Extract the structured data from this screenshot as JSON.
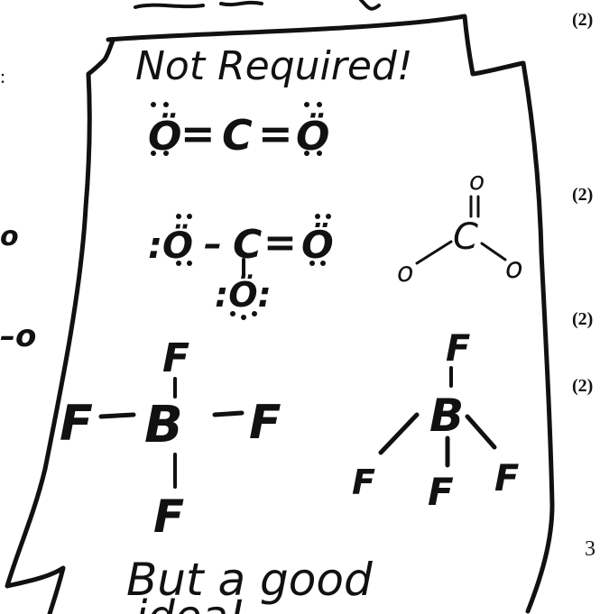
{
  "handwritten_box": {
    "heading": "Not Required!",
    "co2": {
      "left": "Ö",
      "eq1": "=",
      "center": "C",
      "eq2": "=",
      "right": "Ö"
    },
    "carbonate": {
      "left_o": ":Ö",
      "single_bond": "–",
      "c": "C",
      "double_bond": "=",
      "right_o": "Ö",
      "bottom_o": ":Ö:"
    },
    "carbonate_sketch": {
      "top": "o",
      "c": "C",
      "left": "o",
      "right": "o"
    },
    "bf3_lewis": {
      "top": "F",
      "left": "F",
      "center": "B",
      "right": "F",
      "bottom": "F"
    },
    "bf3_sketch": {
      "top": "F",
      "center": "B",
      "left": "F",
      "bottom": "F",
      "right": "F"
    },
    "footer_line1": "But a good",
    "footer_line2": "idea!"
  },
  "margin_marks": {
    "mark1": "(2)",
    "mark2": "(2)",
    "mark3": "(2)",
    "mark4": "(2)",
    "page_num": "3"
  },
  "left_edge": {
    "colon": ":",
    "scrap1": "o",
    "scrap2": "–o"
  }
}
